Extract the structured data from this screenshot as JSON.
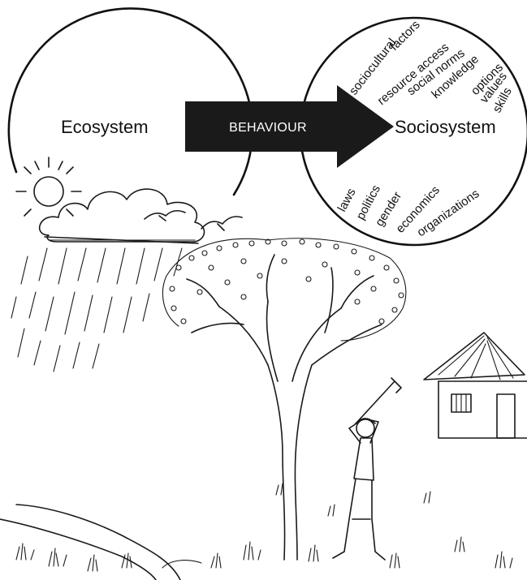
{
  "diagram": {
    "left_node": {
      "label": "Ecosystem"
    },
    "right_node": {
      "label": "Sociosystem"
    },
    "connector": {
      "label": "BEHAVIOUR",
      "fill": "#1a1a1a",
      "text_color": "#ffffff"
    },
    "upper_factors": [
      "sociocultural",
      "factors",
      "resource access",
      "social norms",
      "knowledge",
      "options",
      "values",
      "skills"
    ],
    "lower_factors": [
      "laws",
      "politics",
      "gender",
      "economics",
      "organizations"
    ]
  },
  "illustration": {
    "elements": [
      "sun-icon",
      "cloud-icon",
      "rain",
      "birds-icon",
      "tree",
      "hut",
      "person-with-axe",
      "riverbank",
      "grass"
    ]
  }
}
